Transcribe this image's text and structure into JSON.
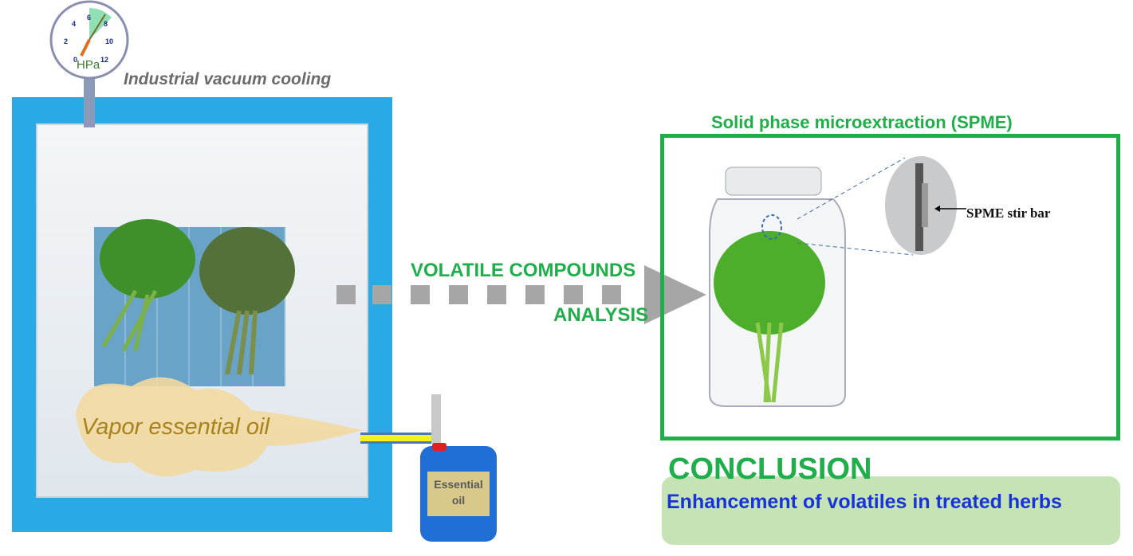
{
  "gauge": {
    "unit": "HPa",
    "ticks": [
      "0",
      "2",
      "4",
      "6",
      "8",
      "10",
      "12"
    ]
  },
  "cooler": {
    "title": "Industrial vacuum cooling",
    "vapor_label": "Vapor essential oil"
  },
  "canister": {
    "label_line1": "Essential",
    "label_line2": "oil"
  },
  "arrow": {
    "line1": "VOLATILE COMPOUNDS",
    "line2": "ANALYSIS"
  },
  "spme": {
    "title": "Solid phase microextraction (SPME)",
    "stir_bar_label": "SPME stir bar"
  },
  "conclusion": {
    "heading": "CONCLUSION",
    "text": "Enhancement of volatiles in treated herbs"
  },
  "colors": {
    "green": "#1fae4a",
    "blue_text": "#1733d9",
    "cooler_blue": "#29a9e6"
  }
}
